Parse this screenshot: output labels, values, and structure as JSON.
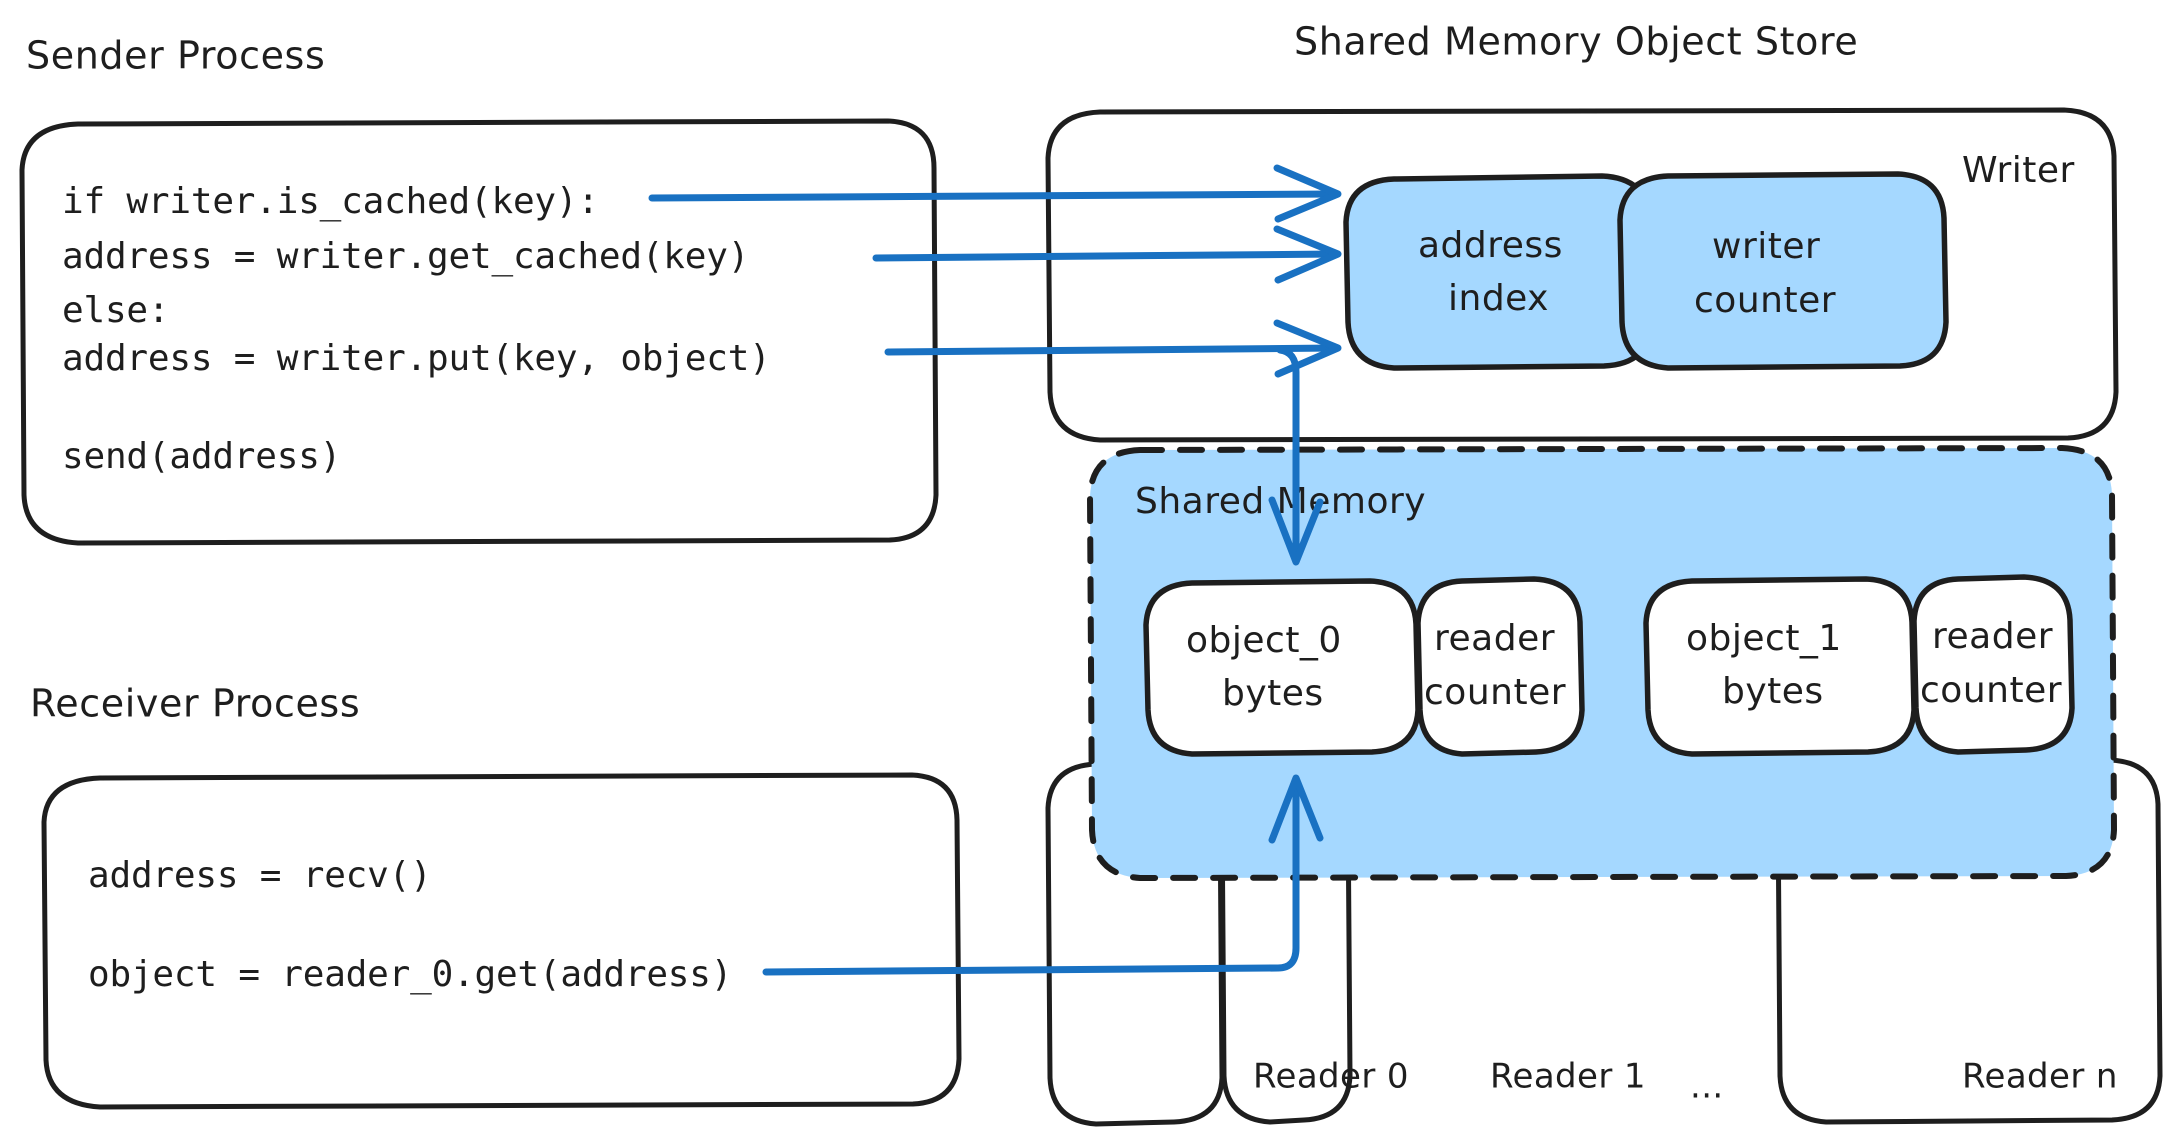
{
  "diagram": {
    "title_sender": "Sender Process",
    "title_receiver": "Receiver Process",
    "title_store": "Shared Memory Object Store",
    "label_writer": "Writer",
    "label_shared_memory": "Shared Memory",
    "ellipsis": "..."
  },
  "sender_code": {
    "line1": "if writer.is_cached(key):",
    "line2": "    address = writer.get_cached(key)",
    "line3": "else:",
    "line4": "    address = writer.put(key, object)",
    "line5": "send(address)"
  },
  "receiver_code": {
    "line1": "address = recv()",
    "line2": "object = reader_0.get(address)"
  },
  "writer_cells": [
    {
      "line1": "address",
      "line2": "index"
    },
    {
      "line1": "writer",
      "line2": "counter"
    }
  ],
  "shared_memory_slots": [
    {
      "object": {
        "line1": "object_0",
        "line2": "bytes"
      },
      "counter": {
        "line1": "reader",
        "line2": "counter"
      }
    },
    {
      "object": {
        "line1": "object_1",
        "line2": "bytes"
      },
      "counter": {
        "line1": "reader",
        "line2": "counter"
      }
    }
  ],
  "readers": [
    {
      "label": "Reader 0"
    },
    {
      "label": "Reader 1"
    },
    {
      "label": "Reader n"
    }
  ],
  "colors": {
    "ink": "#1e1e1e",
    "arrow_blue": "#1971c2",
    "fill_light_blue": "#a5d8ff",
    "background": "#ffffff"
  }
}
